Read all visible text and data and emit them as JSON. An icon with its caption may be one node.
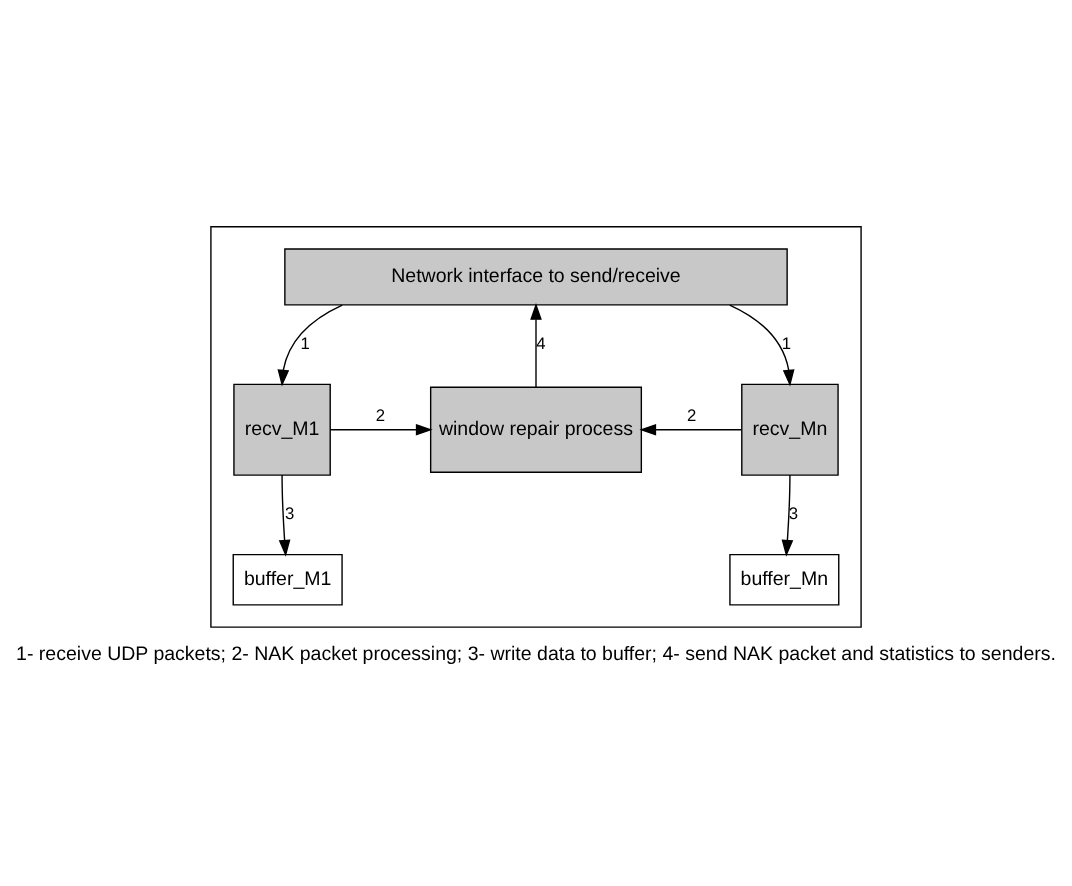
{
  "diagram": {
    "caption": "1- receive UDP packets; 2- NAK packet processing; 3- write data to buffer; 4- send NAK packet and statistics to senders.",
    "nodes": [
      {
        "text": [],
        "shape": "box"
      },
      {
        "text": [
          "Network interface to send/receive"
        ],
        "in": 0
      },
      {
        "text": [
          "recv_M1"
        ],
        "in": 0
      },
      {
        "text": [
          "window repair process"
        ],
        "in": 0
      },
      {
        "text": [
          "recv_Mn"
        ],
        "in": 0
      },
      {
        "text": [
          "buffer_M1"
        ],
        "in": 0
      },
      {
        "text": [
          "buffer_Mn"
        ],
        "in": 0
      }
    ],
    "edges": [
      {
        "from": 1,
        "to": 2,
        "arrow": "to",
        "label": "1"
      },
      {
        "from": 1,
        "to": 4,
        "arrow": "to",
        "label": "1"
      },
      {
        "from": 2,
        "to": 3,
        "arrow": "to",
        "label": "2"
      },
      {
        "from": 4,
        "to": 3,
        "arrow": "to",
        "label": "2"
      },
      {
        "from": 3,
        "to": 1,
        "arrow": "to",
        "label": "4"
      },
      {
        "from": 2,
        "to": 5,
        "arrow": "to",
        "label": "3"
      },
      {
        "from": 4,
        "to": 6,
        "arrow": "to",
        "label": "3"
      }
    ]
  }
}
